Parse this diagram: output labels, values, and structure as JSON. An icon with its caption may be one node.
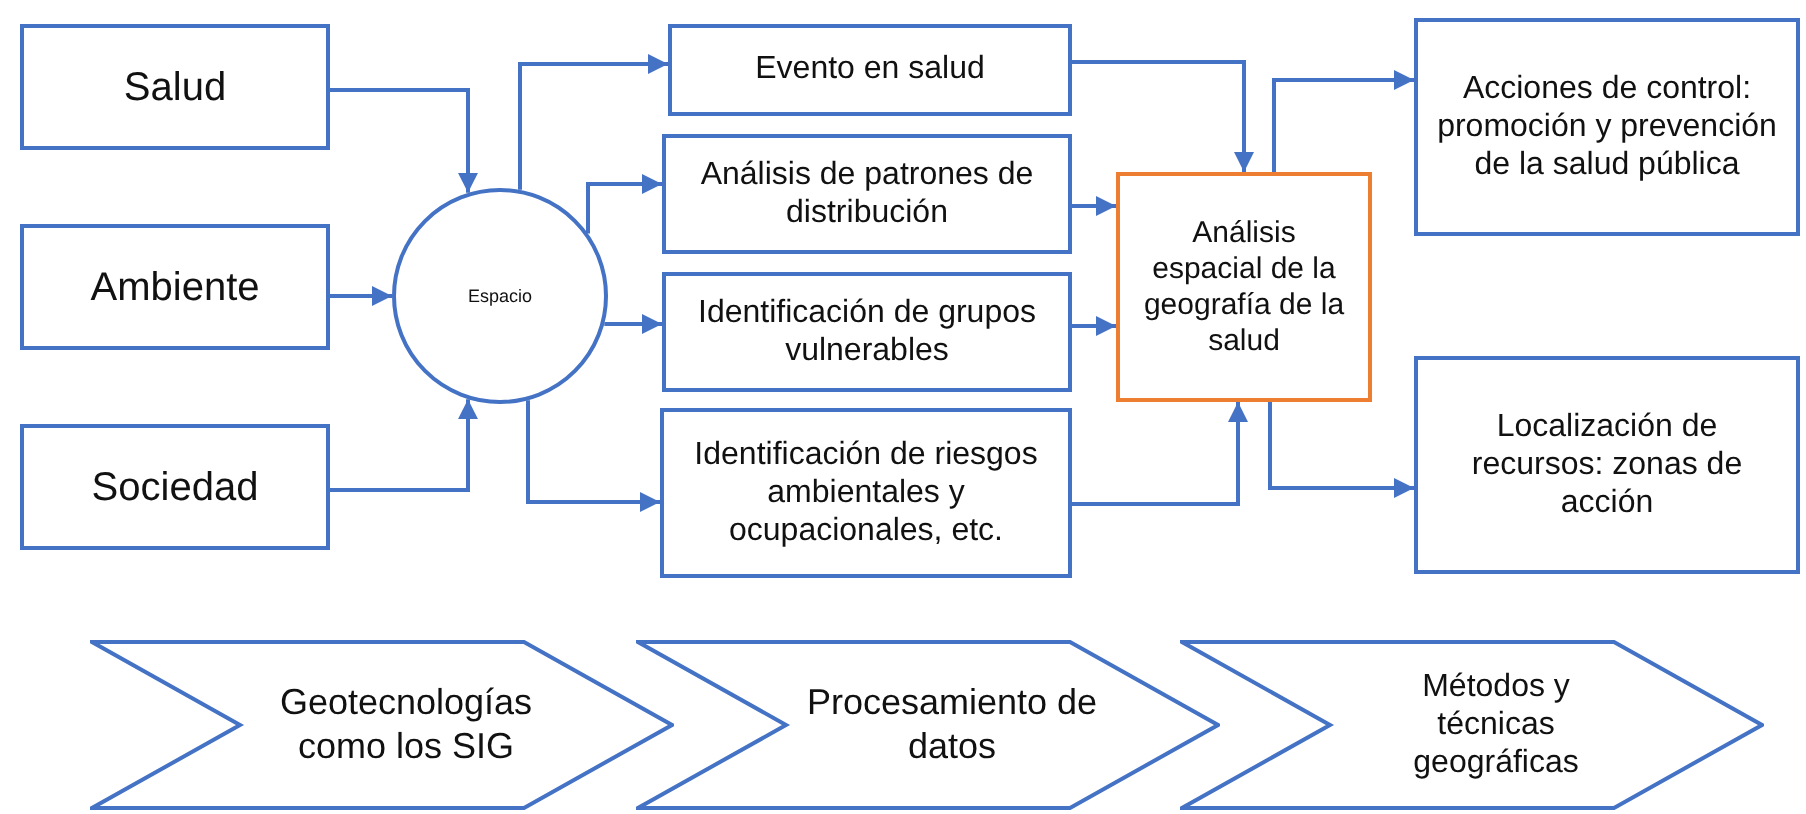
{
  "diagram": {
    "nodes": [
      {
        "text": [
          "Salud"
        ]
      },
      {
        "text": [
          "Ambiente"
        ]
      },
      {
        "text": [
          "Sociedad"
        ]
      },
      {
        "text": [
          "Espacio"
        ]
      },
      {
        "text": [
          "Evento en salud"
        ]
      },
      {
        "text": [
          "Análisis de patrones de distribución"
        ]
      },
      {
        "text": [
          "Identificación de grupos vulnerables"
        ]
      },
      {
        "text": [
          "Identificación de riesgos ambientales y ocupacionales, etc."
        ]
      },
      {
        "text": [
          "Análisis espacial de la geografía de la salud"
        ]
      },
      {
        "text": [
          "Acciones de control: promoción y prevención de la salud pública"
        ]
      },
      {
        "text": [
          "Localización de recursos: zonas de acción"
        ]
      },
      {
        "text": [
          "Geotecnologías como los SIG"
        ]
      },
      {
        "text": [
          "Procesamiento de datos"
        ]
      },
      {
        "text": [
          "Métodos y técnicas geográficas"
        ]
      }
    ],
    "edges": [
      {
        "from": 0,
        "to": 3,
        "arrow": "to"
      },
      {
        "from": 1,
        "to": 3,
        "arrow": "to"
      },
      {
        "from": 2,
        "to": 3,
        "arrow": "to"
      },
      {
        "from": 3,
        "to": 4,
        "arrow": "to"
      },
      {
        "from": 3,
        "to": 5,
        "arrow": "to"
      },
      {
        "from": 3,
        "to": 6,
        "arrow": "to"
      },
      {
        "from": 3,
        "to": 7,
        "arrow": "to"
      },
      {
        "from": 4,
        "to": 8,
        "arrow": "to"
      },
      {
        "from": 5,
        "to": 8,
        "arrow": "to"
      },
      {
        "from": 6,
        "to": 8,
        "arrow": "to"
      },
      {
        "from": 7,
        "to": 8,
        "arrow": "to"
      },
      {
        "from": 8,
        "to": 9,
        "arrow": "to"
      },
      {
        "from": 8,
        "to": 10,
        "arrow": "to"
      }
    ]
  }
}
